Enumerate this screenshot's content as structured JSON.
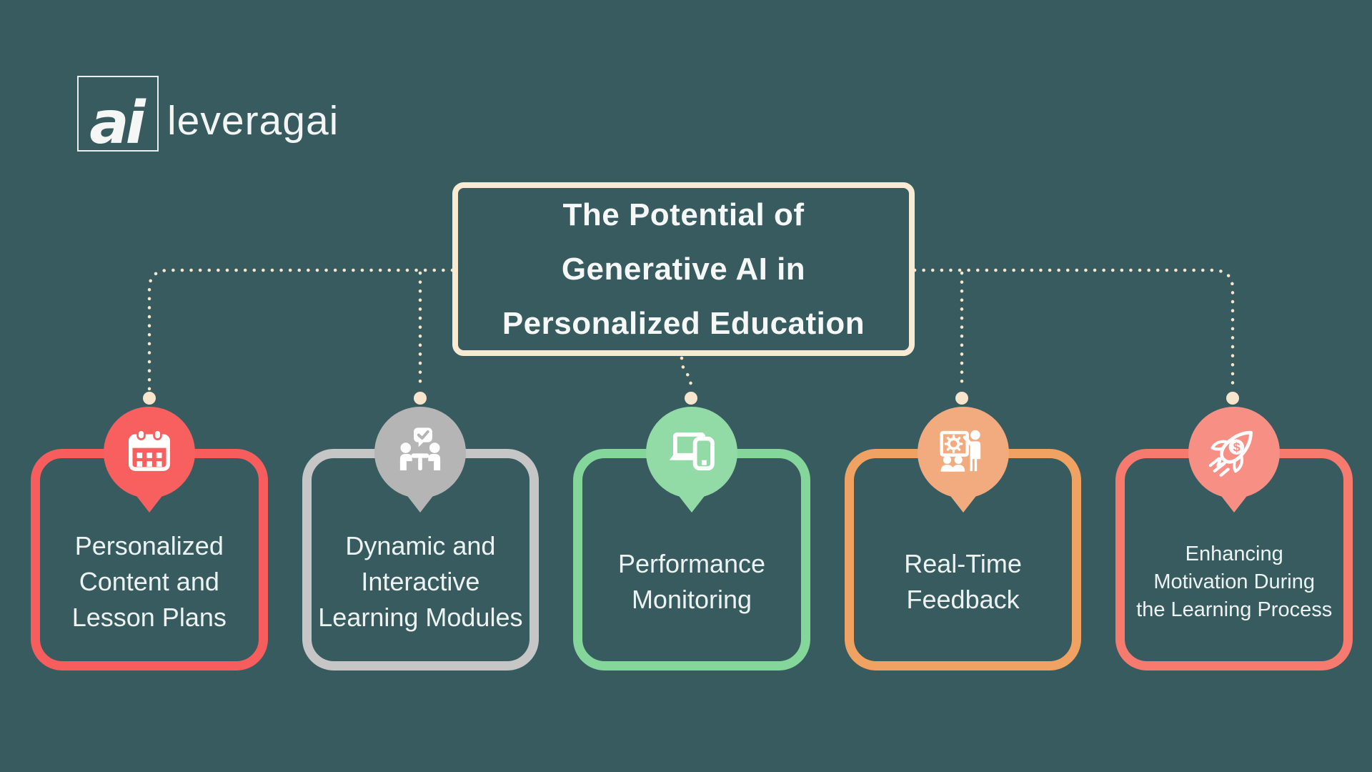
{
  "background": "#375B5F",
  "text_color": "#EDF3F2",
  "connector_color": "#F7E6CD",
  "logo": {
    "mark": "ai",
    "name": "leveragai"
  },
  "title": {
    "label": "The Potential of Generative AI in Personalized Education",
    "lines": [
      "The Potential of",
      "Generative AI in",
      "Personalized Education"
    ],
    "border_color": "#F9EAD4"
  },
  "cards": [
    {
      "label": "Personalized Content and Lesson Plans",
      "lines": [
        "Personalized",
        "Content and",
        "Lesson Plans"
      ],
      "accent": "#F85D5D",
      "circle": "#F8605F",
      "icon": "calendar-icon"
    },
    {
      "label": "Dynamic and Interactive Learning Modules",
      "lines": [
        "Dynamic and",
        "Interactive",
        "Learning Modules"
      ],
      "accent": "#C6C6C6",
      "circle": "#B5B5B5",
      "icon": "team-discussion-icon"
    },
    {
      "label": "Performance Monitoring",
      "lines": [
        "Performance",
        "Monitoring"
      ],
      "accent": "#84D69B",
      "circle": "#92DAA6",
      "icon": "devices-icon"
    },
    {
      "label": "Real-Time Feedback",
      "lines": [
        "Real-Time",
        "Feedback"
      ],
      "accent": "#F0A263",
      "circle": "#F2AB7E",
      "icon": "presentation-trainer-icon"
    },
    {
      "label": "Enhancing Motivation During the Learning Process",
      "lines": [
        "Enhancing",
        "Motivation During",
        "the Learning Process"
      ],
      "accent": "#F77A6F",
      "circle": "#F78F85",
      "icon": "rocket-dollar-icon",
      "icon_symbol": "$"
    }
  ]
}
